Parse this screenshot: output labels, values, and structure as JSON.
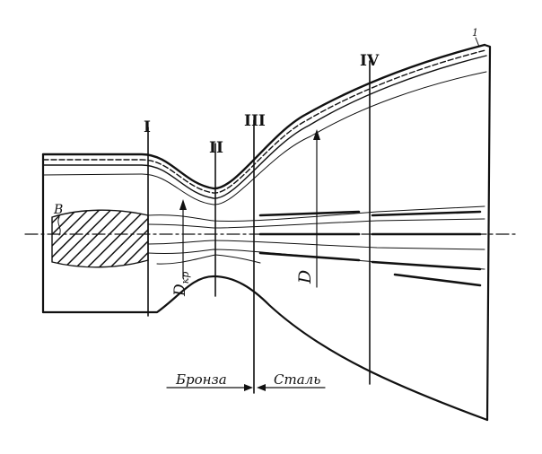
{
  "sections": [
    "I",
    "II",
    "III",
    "IV"
  ],
  "labels": {
    "throat_diameter": "D",
    "throat_diameter_sub": "кр",
    "exit_diameter": "D",
    "material_left": "Бронза",
    "material_right": "Сталь",
    "zone": "B",
    "wall_marker": "1"
  },
  "colors": {
    "ink": "#111111",
    "background": "#ffffff"
  }
}
